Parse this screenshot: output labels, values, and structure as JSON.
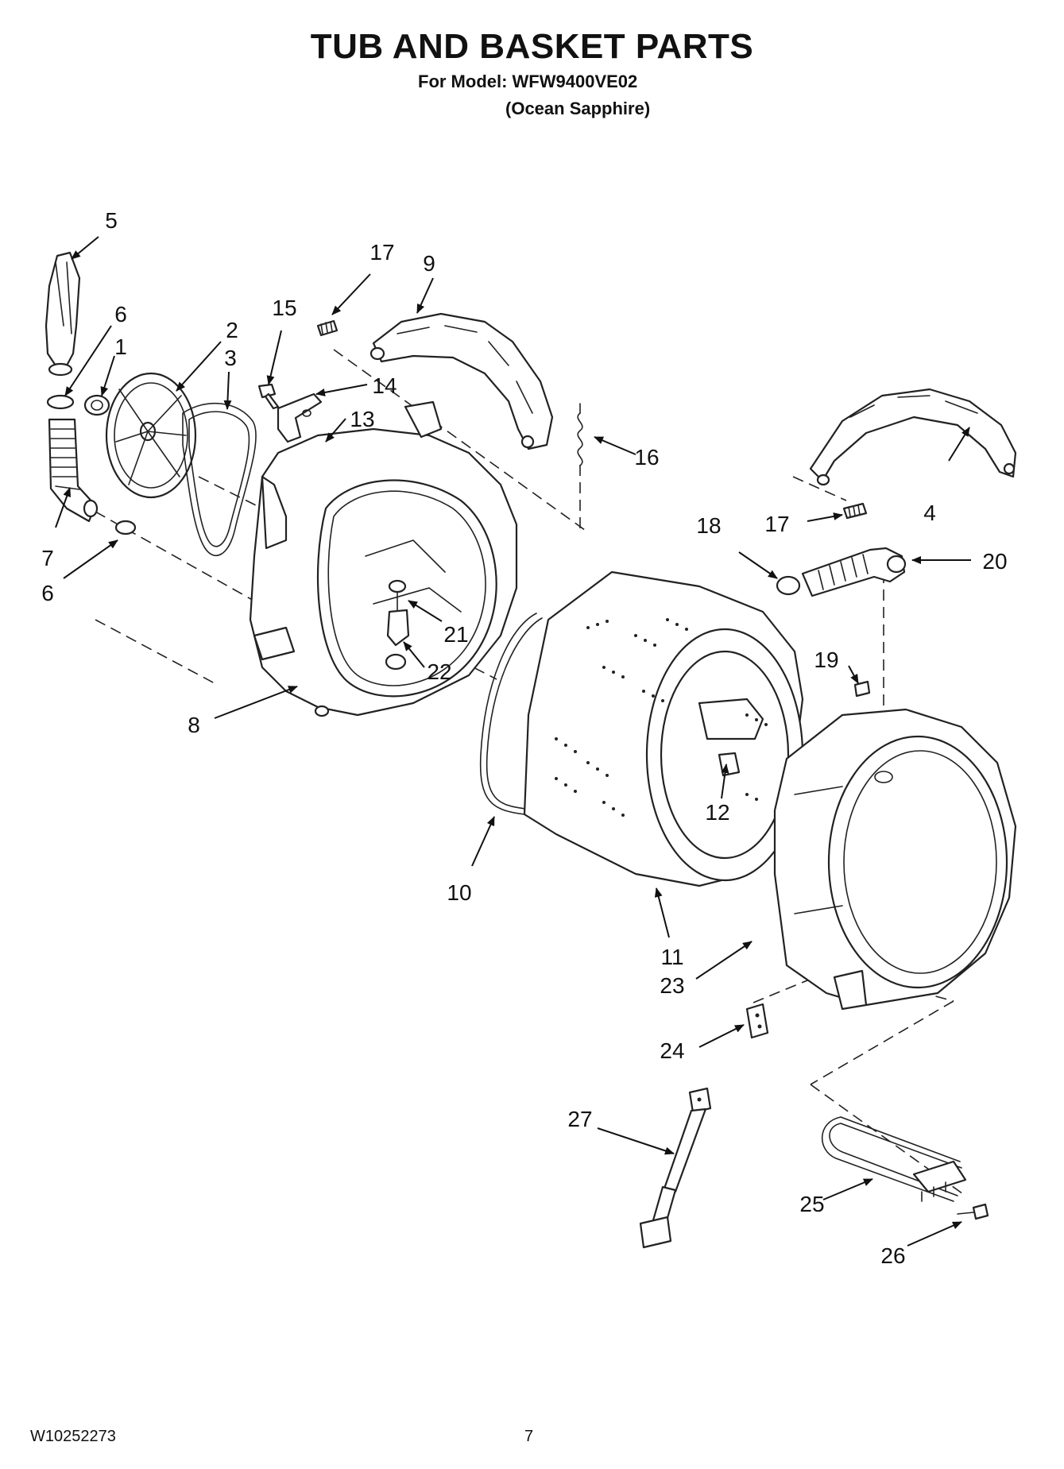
{
  "header": {
    "title": "TUB AND BASKET PARTS",
    "model_line": "For Model: WFW9400VE02",
    "color_line": "(Ocean Sapphire)"
  },
  "footer": {
    "doc_number": "W10252273",
    "page_number": "7"
  },
  "callouts": [
    "1",
    "2",
    "3",
    "4",
    "5",
    "6",
    "6",
    "7",
    "8",
    "9",
    "10",
    "11",
    "12",
    "13",
    "14",
    "15",
    "16",
    "17",
    "17",
    "18",
    "19",
    "20",
    "21",
    "22",
    "23",
    "24",
    "25",
    "26",
    "27"
  ]
}
